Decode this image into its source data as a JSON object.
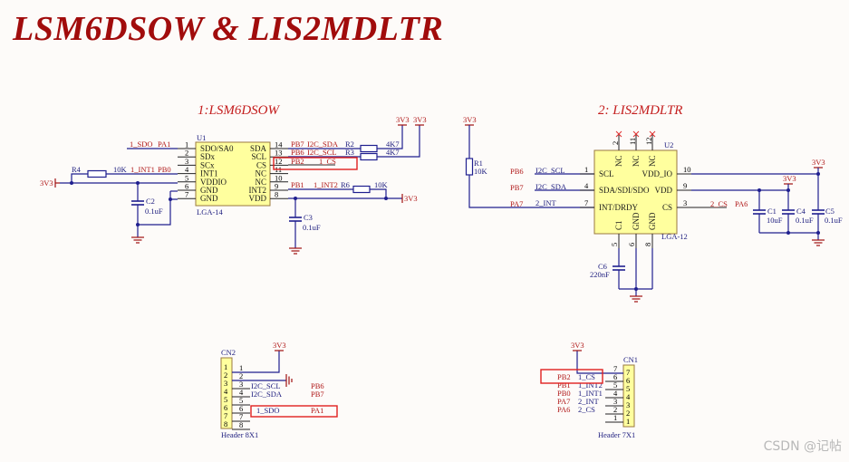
{
  "title": "LSM6DSOW & LIS2MDLTR",
  "watermark": "CSDN @记帖",
  "sections": {
    "u1": "1:LSM6DSOW",
    "u2": "2: LIS2MDLTR"
  },
  "u1": {
    "ref": "U1",
    "package": "LGA-14",
    "left_pins": [
      {
        "num": "1",
        "name": "SDO/SA0"
      },
      {
        "num": "2",
        "name": "SDx"
      },
      {
        "num": "3",
        "name": "SCx"
      },
      {
        "num": "4",
        "name": "INT1"
      },
      {
        "num": "5",
        "name": "VDDIO"
      },
      {
        "num": "6",
        "name": "GND"
      },
      {
        "num": "7",
        "name": "GND"
      }
    ],
    "right_pins": [
      {
        "num": "14",
        "name": "SDA"
      },
      {
        "num": "13",
        "name": "SCL"
      },
      {
        "num": "12",
        "name": "CS"
      },
      {
        "num": "11",
        "name": "NC"
      },
      {
        "num": "10",
        "name": "NC"
      },
      {
        "num": "9",
        "name": "INT2"
      },
      {
        "num": "8",
        "name": "VDD"
      }
    ],
    "nets": {
      "sdo": "1_SDO",
      "sdo_port": "PA1",
      "int1": "1_INT1",
      "int1_port": "PB0",
      "sda": "I2C_SDA",
      "sda_port": "PB7",
      "scl": "I2C_SCL",
      "scl_port": "PB6",
      "cs": "1_CS",
      "cs_port": "PB2",
      "int2": "1_INT2",
      "int2_port": "PB1"
    }
  },
  "u1_parts": {
    "r4": {
      "ref": "R4",
      "value": "10K"
    },
    "r2": {
      "ref": "R2",
      "value": "4K7"
    },
    "r3": {
      "ref": "R3",
      "value": "4K7"
    },
    "r6": {
      "ref": "R6",
      "value": "10K"
    },
    "c2": {
      "ref": "C2",
      "value": "0.1uF"
    },
    "c3": {
      "ref": "C3",
      "value": "0.1uF"
    }
  },
  "u2": {
    "ref": "U2",
    "package": "LGA-12",
    "left_pins": [
      {
        "num": "1",
        "name": "SCL"
      },
      {
        "num": "4",
        "name": "SDA/SDI/SDO"
      },
      {
        "num": "7",
        "name": "INT/DRDY"
      }
    ],
    "right_pins": [
      {
        "num": "10",
        "name": "VDD_IO"
      },
      {
        "num": "9",
        "name": "VDD"
      },
      {
        "num": "3",
        "name": "CS"
      }
    ],
    "top_pins": [
      {
        "num": "2",
        "name": "NC"
      },
      {
        "num": "11",
        "name": "NC"
      },
      {
        "num": "12",
        "name": "NC"
      }
    ],
    "bottom_pins": [
      {
        "num": "5",
        "name": "C1"
      },
      {
        "num": "6",
        "name": "GND"
      },
      {
        "num": "8",
        "name": "GND"
      }
    ],
    "nets": {
      "scl": "I2C_SCL",
      "scl_port": "PB6",
      "sda": "I2C_SDA",
      "sda_port": "PB7",
      "int": "2_INT",
      "int_port": "PA7",
      "cs": "2_CS",
      "cs_port": "PA6"
    }
  },
  "u2_parts": {
    "r1": {
      "ref": "R1",
      "value": "10K"
    },
    "c6": {
      "ref": "C6",
      "value": "220nF"
    },
    "c1": {
      "ref": "C1",
      "value": "10uF"
    },
    "c4": {
      "ref": "C4",
      "value": "0.1uF"
    },
    "c5": {
      "ref": "C5",
      "value": "0.1uF"
    }
  },
  "power_label": "3V3",
  "cn2": {
    "ref": "CN2",
    "footprint": "Header 8X1",
    "pins": [
      "1",
      "2",
      "3",
      "4",
      "5",
      "6",
      "7",
      "8"
    ],
    "nets": [
      {
        "pin": "4",
        "net": "I2C_SCL",
        "port": "PB6"
      },
      {
        "pin": "5",
        "net": "I2C_SDA",
        "port": "PB7"
      },
      {
        "pin": "7",
        "net": "1_SDO",
        "port": "PA1"
      }
    ]
  },
  "cn1": {
    "ref": "CN1",
    "footprint": "Header 7X1",
    "pins": [
      "7",
      "6",
      "5",
      "4",
      "3",
      "2",
      "1"
    ],
    "nets": [
      {
        "pin": "6",
        "net": "1_CS",
        "port": "PB2"
      },
      {
        "pin": "5",
        "net": "1_INT2",
        "port": "PB1"
      },
      {
        "pin": "4",
        "net": "1_INT1",
        "port": "PB0"
      },
      {
        "pin": "3",
        "net": "2_INT",
        "port": "PA7"
      },
      {
        "pin": "2",
        "net": "2_CS",
        "port": "PA6"
      }
    ]
  }
}
